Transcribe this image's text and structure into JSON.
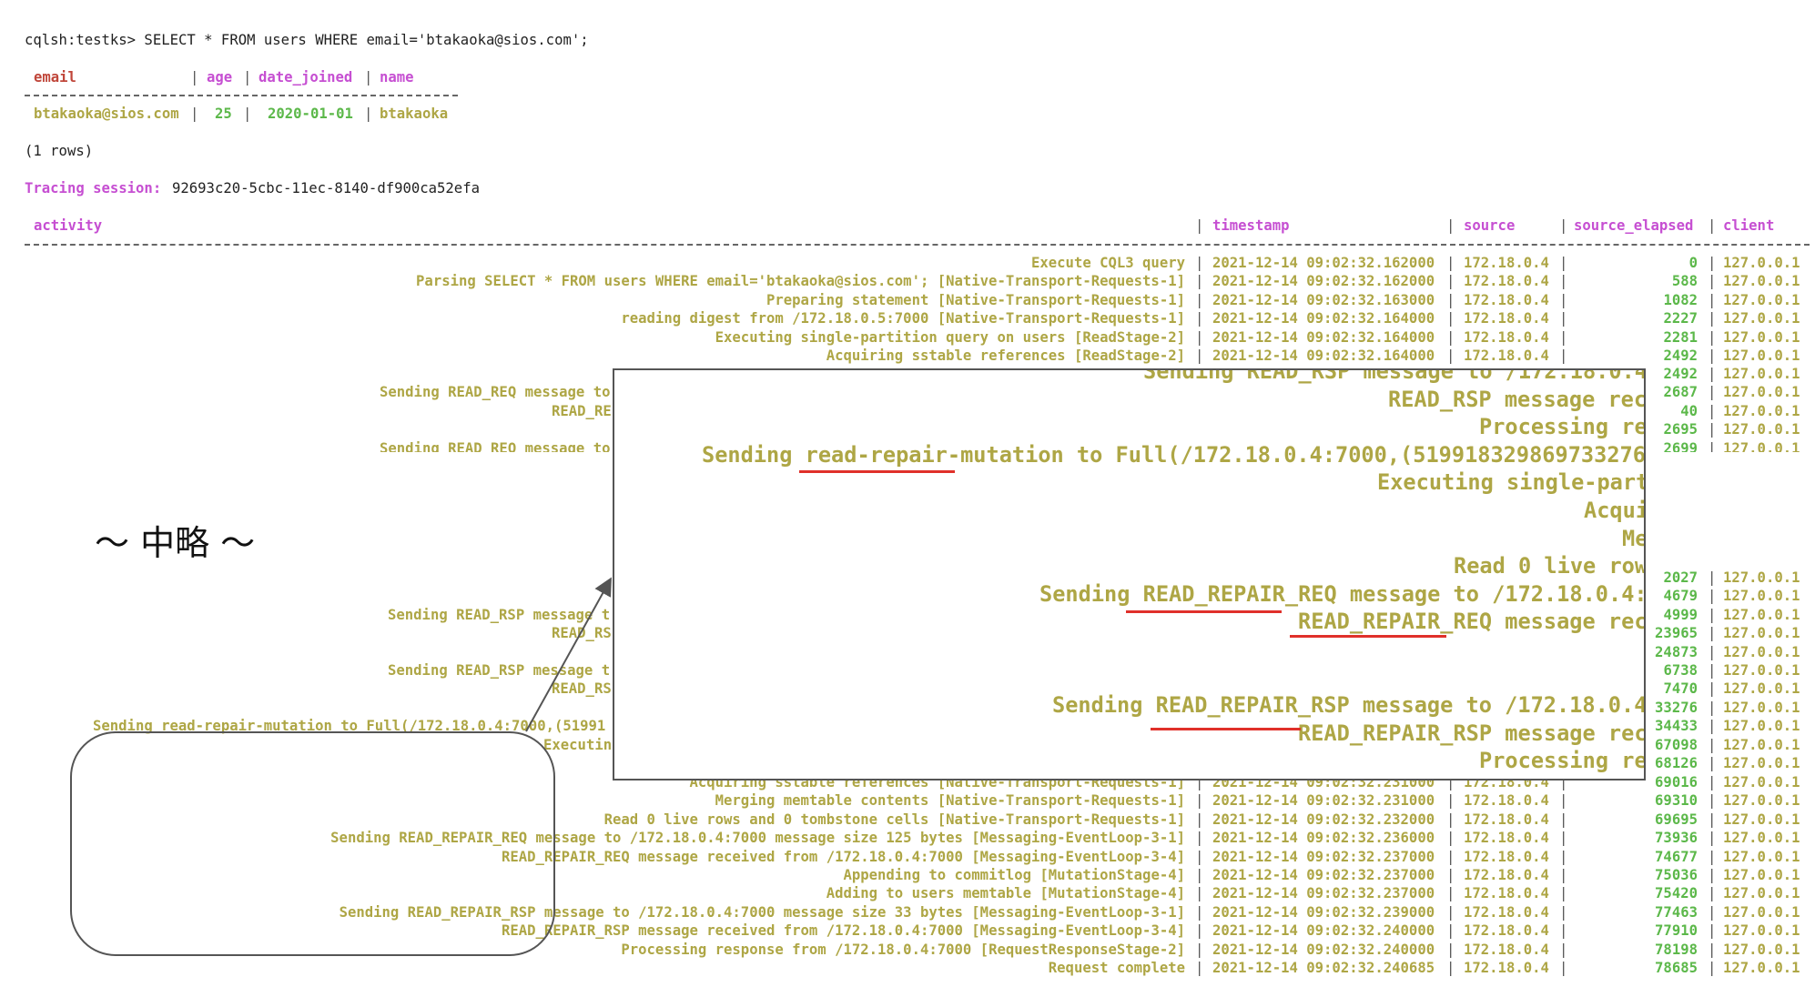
{
  "prompt": "cqlsh:testks> SELECT * FROM users WHERE email='btakaoka@sios.com';",
  "result_table": {
    "headers": {
      "email": "email",
      "age": "age",
      "date_joined": "date_joined",
      "name": "name"
    },
    "row": {
      "email": "btakaoka@sios.com",
      "age": "25",
      "date_joined": "2020-01-01",
      "name": "btakaoka"
    },
    "pipe": "|"
  },
  "row_count": "(1 rows)",
  "tracing": {
    "label": "Tracing session:",
    "id": "92693c20-5cbc-11ec-8140-df900ca52efa"
  },
  "trace_headers": {
    "activity": "activity",
    "timestamp": "timestamp",
    "source": "source",
    "source_elapsed": "source_elapsed",
    "client": "client"
  },
  "trace_rows_top": [
    {
      "activity": "Execute CQL3 query",
      "timestamp": "2021-12-14 09:02:32.162000",
      "source": "172.18.0.4",
      "source_elapsed": "0",
      "client": "127.0.0.1"
    },
    {
      "activity": "Parsing SELECT * FROM users WHERE email='btakaoka@sios.com'; [Native-Transport-Requests-1]",
      "timestamp": "2021-12-14 09:02:32.162000",
      "source": "172.18.0.4",
      "source_elapsed": "588",
      "client": "127.0.0.1"
    },
    {
      "activity": "Preparing statement [Native-Transport-Requests-1]",
      "timestamp": "2021-12-14 09:02:32.163000",
      "source": "172.18.0.4",
      "source_elapsed": "1082",
      "client": "127.0.0.1"
    },
    {
      "activity": "reading digest from /172.18.0.5:7000 [Native-Transport-Requests-1]",
      "timestamp": "2021-12-14 09:02:32.164000",
      "source": "172.18.0.4",
      "source_elapsed": "2227",
      "client": "127.0.0.1"
    },
    {
      "activity": "Executing single-partition query on users [ReadStage-2]",
      "timestamp": "2021-12-14 09:02:32.164000",
      "source": "172.18.0.4",
      "source_elapsed": "2281",
      "client": "127.0.0.1"
    },
    {
      "activity": "Acquiring sstable references [ReadStage-2]",
      "timestamp": "2021-12-14 09:02:32.164000",
      "source": "172.18.0.4",
      "source_elapsed": "2492",
      "client": "127.0.0.1"
    }
  ],
  "trace_rows_top_partial": [
    {
      "fragment": "",
      "source_elapsed": "2492",
      "client": "127.0.0.1"
    },
    {
      "fragment": "Sending READ_REQ message to",
      "source_elapsed": "2687",
      "client": "127.0.0.1"
    },
    {
      "fragment": "READ_RE",
      "source_elapsed": "40",
      "client": "127.0.0.1"
    },
    {
      "fragment": "",
      "source_elapsed": "2695",
      "client": "127.0.0.1"
    },
    {
      "fragment": "Sending READ_REQ message to",
      "source_elapsed": "2699",
      "client": "127.0.0.1"
    }
  ],
  "omitted_label": "～ 中略 ～",
  "trace_rows_mid_partial": [
    {
      "fragment": "",
      "source_elapsed": "2027",
      "client": "127.0.0.1"
    },
    {
      "fragment": "",
      "source_elapsed": "4679",
      "client": "127.0.0.1"
    },
    {
      "fragment": "Sending READ_RSP message t",
      "source_elapsed": "4999",
      "client": "127.0.0.1"
    },
    {
      "fragment": "READ_RS",
      "source_elapsed": "23965",
      "client": "127.0.0.1"
    },
    {
      "fragment": "",
      "source_elapsed": "24873",
      "client": "127.0.0.1"
    },
    {
      "fragment": "Sending READ_RSP message t",
      "source_elapsed": "6738",
      "client": "127.0.0.1"
    },
    {
      "fragment": "READ_RS",
      "source_elapsed": "7470",
      "client": "127.0.0.1"
    },
    {
      "fragment": "",
      "source_elapsed": "33276",
      "client": "127.0.0.1"
    },
    {
      "fragment": "Sending read-repair-mutation to Full(/172.18.0.4:7000,(51991",
      "source_elapsed": "34433",
      "client": "127.0.0.1"
    },
    {
      "fragment": "Executin",
      "source_elapsed": "67098",
      "client": "127.0.0.1"
    },
    {
      "fragment": "",
      "source_elapsed": "68126",
      "client": "127.0.0.1"
    }
  ],
  "trace_rows_bottom": [
    {
      "activity": "Acquiring sstable references [Native-Transport-Requests-1]",
      "timestamp": "2021-12-14 09:02:32.231000",
      "source": "172.18.0.4",
      "source_elapsed": "69016",
      "client": "127.0.0.1"
    },
    {
      "activity": "Merging memtable contents [Native-Transport-Requests-1]",
      "timestamp": "2021-12-14 09:02:32.231000",
      "source": "172.18.0.4",
      "source_elapsed": "69310",
      "client": "127.0.0.1"
    },
    {
      "activity": "Read 0 live rows and 0 tombstone cells [Native-Transport-Requests-1]",
      "timestamp": "2021-12-14 09:02:32.232000",
      "source": "172.18.0.4",
      "source_elapsed": "69695",
      "client": "127.0.0.1"
    },
    {
      "activity": "Sending READ_REPAIR_REQ message to /172.18.0.4:7000 message size 125 bytes [Messaging-EventLoop-3-1]",
      "timestamp": "2021-12-14 09:02:32.236000",
      "source": "172.18.0.4",
      "source_elapsed": "73936",
      "client": "127.0.0.1"
    },
    {
      "activity": "READ_REPAIR_REQ message received from /172.18.0.4:7000 [Messaging-EventLoop-3-4]",
      "timestamp": "2021-12-14 09:02:32.237000",
      "source": "172.18.0.4",
      "source_elapsed": "74677",
      "client": "127.0.0.1"
    },
    {
      "activity": "Appending to commitlog [MutationStage-4]",
      "timestamp": "2021-12-14 09:02:32.237000",
      "source": "172.18.0.4",
      "source_elapsed": "75036",
      "client": "127.0.0.1"
    },
    {
      "activity": "Adding to users memtable [MutationStage-4]",
      "timestamp": "2021-12-14 09:02:32.237000",
      "source": "172.18.0.4",
      "source_elapsed": "75420",
      "client": "127.0.0.1"
    },
    {
      "activity": "Sending READ_REPAIR_RSP message to /172.18.0.4:7000 message size 33 bytes [Messaging-EventLoop-3-1]",
      "timestamp": "2021-12-14 09:02:32.239000",
      "source": "172.18.0.4",
      "source_elapsed": "77463",
      "client": "127.0.0.1"
    },
    {
      "activity": "READ_REPAIR_RSP message received from /172.18.0.4:7000 [Messaging-EventLoop-3-4]",
      "timestamp": "2021-12-14 09:02:32.240000",
      "source": "172.18.0.4",
      "source_elapsed": "77910",
      "client": "127.0.0.1"
    },
    {
      "activity": "Processing response from /172.18.0.4:7000 [RequestResponseStage-2]",
      "timestamp": "2021-12-14 09:02:32.240000",
      "source": "172.18.0.4",
      "source_elapsed": "78198",
      "client": "127.0.0.1"
    },
    {
      "activity": "Request complete",
      "timestamp": "2021-12-14 09:02:32.240685",
      "source": "172.18.0.4",
      "source_elapsed": "78685",
      "client": "127.0.0.1"
    }
  ],
  "zoom_overlay": {
    "lines": [
      "Sending READ_RSP message to /172.18.0.4",
      "READ_RSP message rec",
      "Processing re",
      "Sending read-repair-mutation to Full(/172.18.0.4:7000,(519918329869733276",
      "Executing single-part",
      "Acqui",
      "Me",
      "Read 0 live row",
      "Sending READ_REPAIR_REQ message to /172.18.0.4:",
      "READ_REPAIR_REQ message rec",
      "Sending READ_REPAIR_RSP message to /172.18.0.4",
      "READ_REPAIR_RSP message rec",
      "Processing re"
    ],
    "highlight_color": "#e0302a"
  },
  "colors": {
    "text_olive": "#aea645",
    "number_green": "#5cb84a",
    "header_magenta": "#c64fd2",
    "key_red": "#c0463a"
  }
}
